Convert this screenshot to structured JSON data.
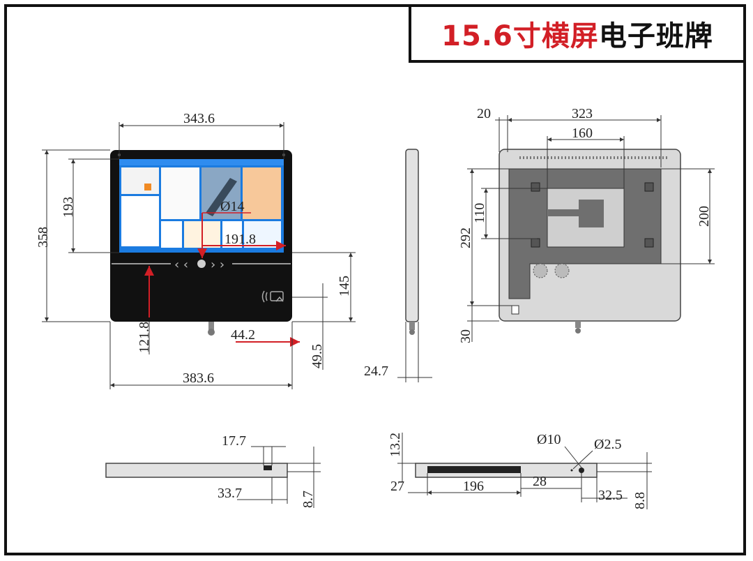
{
  "title": {
    "highlight": "15.6寸横屏",
    "rest": "电子班牌"
  },
  "front_view": {
    "width_top": "343.6",
    "height_total": "358",
    "screen_height": "193",
    "camera_dia": "Ø14",
    "camera_offset": "191.8",
    "nfc_vertical": "145",
    "bottom_height": "121.8",
    "nfc_horizontal": "44.2",
    "nfc_from_bottom": "49.5",
    "width_total": "383.6"
  },
  "side_view": {
    "depth": "24.7"
  },
  "back_view": {
    "offset_left": "20",
    "width_top": "323",
    "bracket_width": "160",
    "height_110": "110",
    "height_200": "200",
    "height_292": "292",
    "bottom_30": "30"
  },
  "bottom_left": {
    "dim_17_7": "17.7",
    "dim_33_7": "33.7",
    "dim_8_7": "8.7"
  },
  "bottom_right": {
    "dim_13_2": "13.2",
    "dia_10": "Ø10",
    "dia_2_5": "Ø2.5",
    "dim_27": "27",
    "dim_196": "196",
    "dim_28": "28",
    "dim_32_5": "32.5",
    "dim_8_8": "8.8"
  },
  "colors": {
    "red": "#d21f26",
    "bezel": "#111111",
    "back_plate": "#d9d9d9",
    "back_dark": "#6f6f6f",
    "screen_blue": "#1b7be0"
  }
}
